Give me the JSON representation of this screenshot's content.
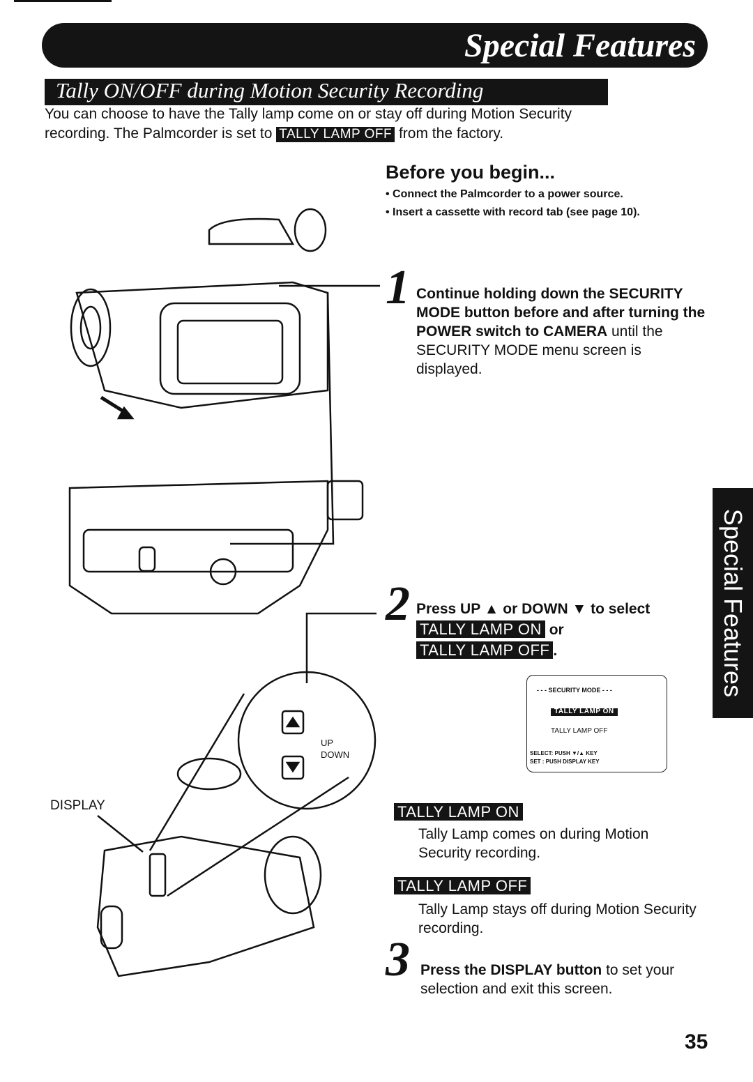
{
  "header": {
    "title": "Special Features",
    "subtitle": "Tally ON/OFF during Motion Security Recording"
  },
  "intro": {
    "line1": "You can choose to have the Tally lamp come on or stay off during Motion Security",
    "line2_prefix": "recording. The Palmcorder is set to ",
    "line2_badge": "TALLY LAMP OFF",
    "line2_suffix": " from the factory."
  },
  "before_you_begin": {
    "title": "Before you begin...",
    "items": [
      "• Connect the Palmcorder to a power source.",
      "• Insert a cassette with record tab (see page 10)."
    ]
  },
  "steps": [
    {
      "number": "1",
      "bold": "Continue holding down the SECURITY MODE button before and after turning the POWER switch to CAMERA",
      "normal": " until the SECURITY MODE menu screen is displayed."
    },
    {
      "number": "2",
      "text": "Press UP ▲ or DOWN ▼ to select",
      "badge_on": "TALLY LAMP ON",
      "or": "or",
      "badge_off": "TALLY LAMP OFF",
      "period": "."
    },
    {
      "number": "3",
      "bold": "Press the DISPLAY button",
      "normal": " to set your selection and exit this screen."
    }
  ],
  "menu_screen": {
    "title": "- - - SECURITY MODE - - -",
    "option_on": "TALLY LAMP ON",
    "option_off": "TALLY LAMP OFF",
    "select_line": "SELECT: PUSH ▼/▲ KEY",
    "set_line": "SET    : PUSH DISPLAY KEY"
  },
  "options": [
    {
      "label": "TALLY LAMP ON",
      "description": "Tally Lamp comes on during Motion Security recording."
    },
    {
      "label": "TALLY LAMP OFF",
      "description": "Tally Lamp stays off during Motion Security recording."
    }
  ],
  "illustration_labels": {
    "display": "DISPLAY",
    "up": "UP",
    "down": "DOWN"
  },
  "side_tab": "Special Features",
  "page_number": "35"
}
